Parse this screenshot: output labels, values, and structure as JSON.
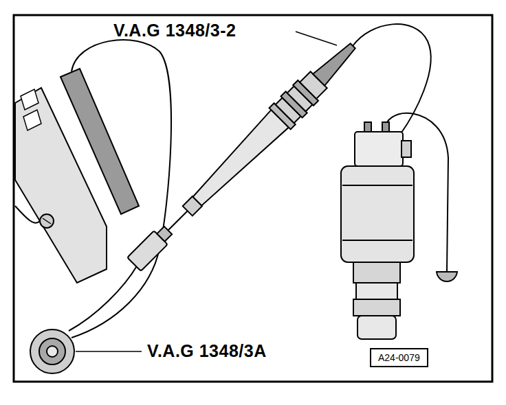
{
  "diagram": {
    "nodes": [
      {
        "text": [
          "A24-0079"
        ]
      }
    ],
    "labels": [
      "V.A.G 1348/3-2",
      "V.A.G 1348/3A"
    ]
  }
}
